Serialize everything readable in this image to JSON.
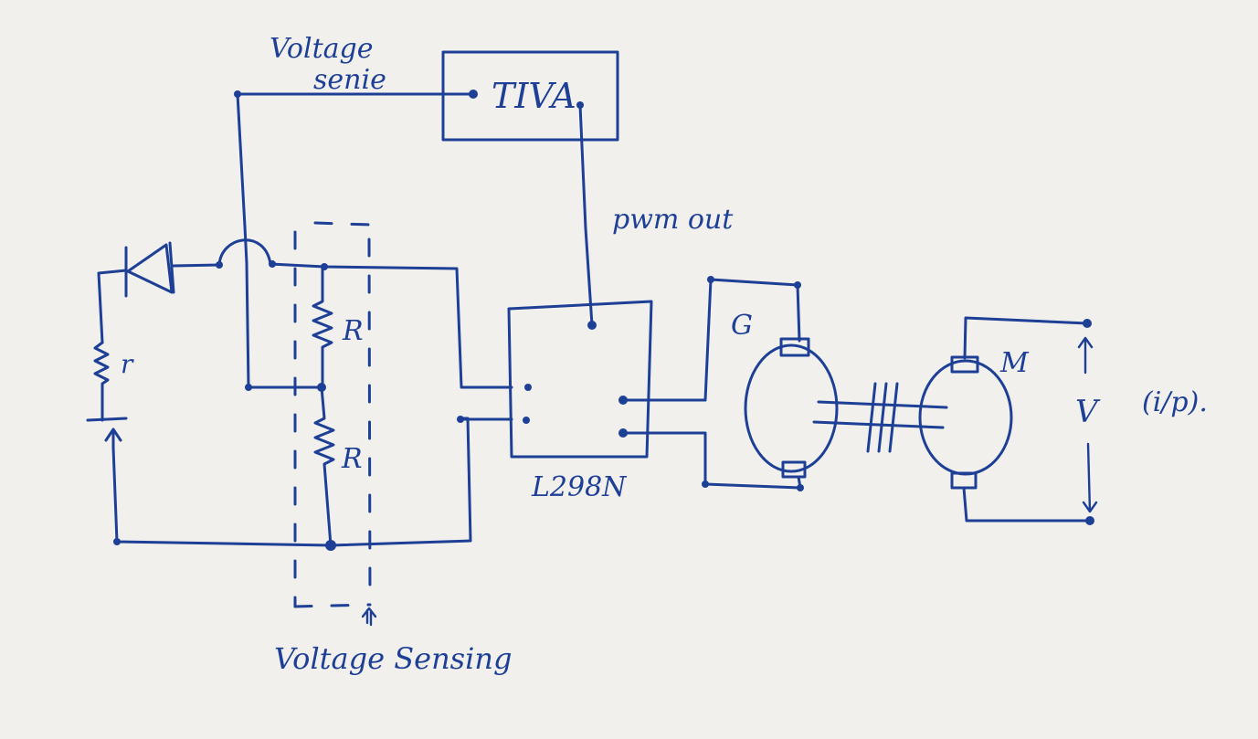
{
  "labels": {
    "voltage_sense_line1": "Voltage",
    "voltage_sense_line2": "senie",
    "controller": "TIVA",
    "pwm_out": "pwm out",
    "driver": "L298N",
    "generator": "G",
    "motor": "M",
    "input_voltage": "V",
    "input_note": "(i/p).",
    "resistor_top": "R",
    "resistor_bottom": "R",
    "source_resistor": "r",
    "voltage_sensing": "Voltage Sensing"
  },
  "colors": {
    "ink": "#1d3f96",
    "paper": "#f1f0ec"
  }
}
